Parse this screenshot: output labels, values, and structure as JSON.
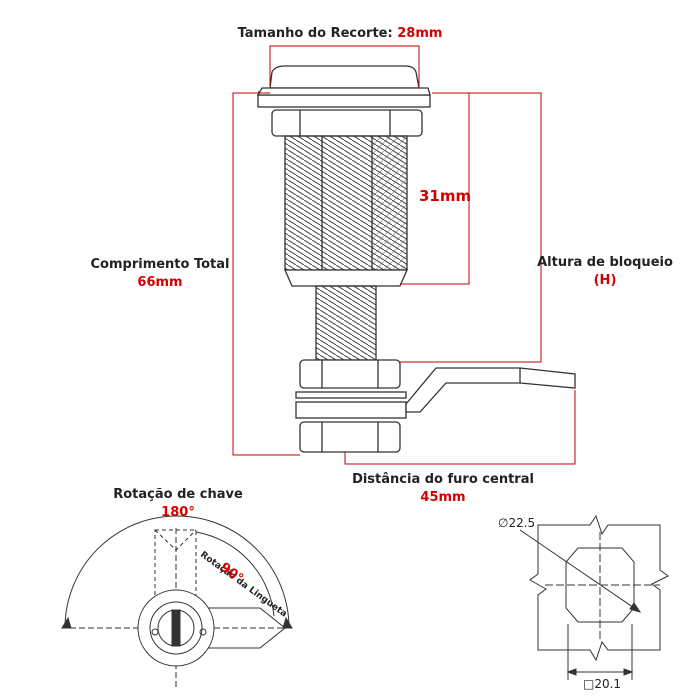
{
  "labels": {
    "cutout_title": "Tamanho do Recorte:",
    "cutout_value": "28mm",
    "thread_length": "31mm",
    "total_length_title": "Comprimento Total",
    "total_length_value": "66mm",
    "lock_height_title": "Altura de bloqueio",
    "lock_height_value": "(H)",
    "center_hole_title": "Distância do furo central",
    "center_hole_value": "45mm",
    "key_rotation_title": "Rotação de chave",
    "key_rotation_value": "180°",
    "tongue_rotation_title": "Rotação da Lingueta",
    "tongue_rotation_value": "90°",
    "diameter_value": "∅22.5",
    "flat_width_value": "□20.1"
  },
  "colors": {
    "accent": "#d40000",
    "line": "#333333",
    "dim_line": "#c00000"
  }
}
